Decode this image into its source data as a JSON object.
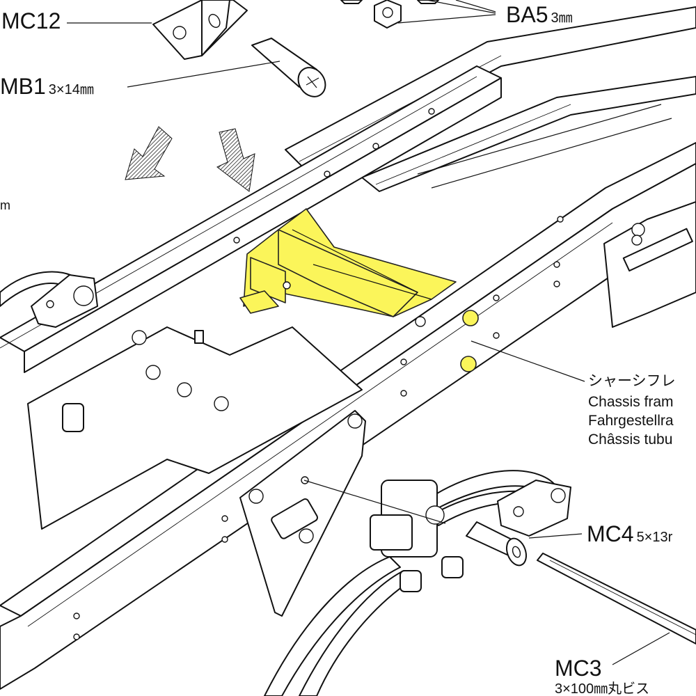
{
  "parts": {
    "mc12": {
      "code": "MC12",
      "spec": ""
    },
    "ba5": {
      "code": "BA5",
      "spec": "3㎜"
    },
    "mb1": {
      "code": "MB1",
      "spec": "3×14㎜"
    },
    "mc4": {
      "code": "MC4",
      "spec": "5×13r"
    },
    "mc3": {
      "code": "MC3",
      "spec": "3×100㎜丸ビス"
    },
    "left_fragment": "m"
  },
  "chassis_frame": {
    "jp": "シャーシフレ",
    "en": "Chassis fram",
    "de": "Fahrgestellra",
    "fr": "Châssis tubu"
  },
  "colors": {
    "highlight": "#fbf55a",
    "line": "#111111"
  },
  "arrows": [
    "hatched-arrow",
    "hatched-arrow"
  ]
}
